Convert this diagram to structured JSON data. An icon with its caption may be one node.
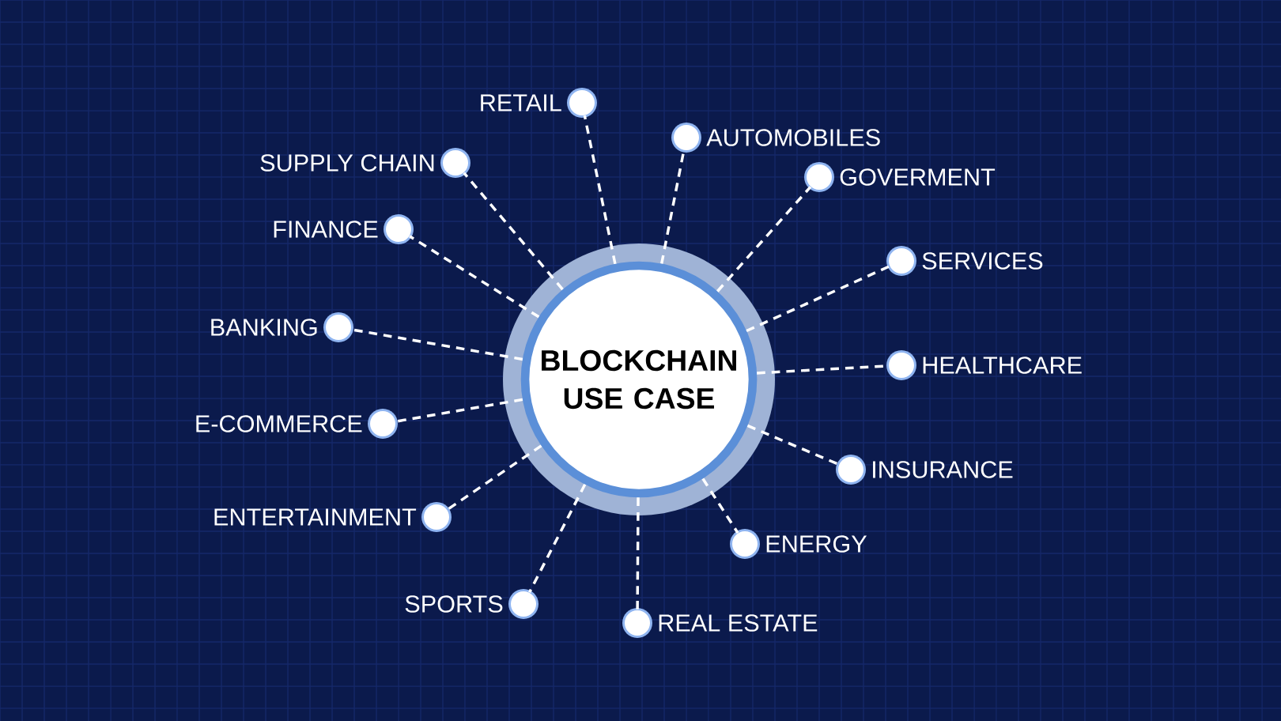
{
  "diagram": {
    "nodes": [
      {
        "text": [
          "BLOCKCHAIN USE CASE"
        ]
      },
      {
        "text": [
          "RETAIL"
        ]
      },
      {
        "text": [
          "AUTOMOBILES"
        ]
      },
      {
        "text": [
          "GOVERMENT"
        ]
      },
      {
        "text": [
          "SERVICES"
        ]
      },
      {
        "text": [
          "HEALTHCARE"
        ]
      },
      {
        "text": [
          "INSURANCE"
        ]
      },
      {
        "text": [
          "ENERGY"
        ]
      },
      {
        "text": [
          "REAL ESTATE"
        ]
      },
      {
        "text": [
          "SPORTS"
        ]
      },
      {
        "text": [
          "ENTERTAINMENT"
        ]
      },
      {
        "text": [
          "E-COMMERCE"
        ]
      },
      {
        "text": [
          "BANKING"
        ]
      },
      {
        "text": [
          "FINANCE"
        ]
      },
      {
        "text": [
          "SUPPLY CHAIN"
        ]
      }
    ],
    "edges": [
      {
        "from": 0,
        "to": 1,
        "arrow": "none",
        "style": "dashed"
      },
      {
        "from": 0,
        "to": 2,
        "arrow": "none",
        "style": "dashed"
      },
      {
        "from": 0,
        "to": 3,
        "arrow": "none",
        "style": "dashed"
      },
      {
        "from": 0,
        "to": 4,
        "arrow": "none",
        "style": "dashed"
      },
      {
        "from": 0,
        "to": 5,
        "arrow": "none",
        "style": "dashed"
      },
      {
        "from": 0,
        "to": 6,
        "arrow": "none",
        "style": "dashed"
      },
      {
        "from": 0,
        "to": 7,
        "arrow": "none",
        "style": "dashed"
      },
      {
        "from": 0,
        "to": 8,
        "arrow": "none",
        "style": "dashed"
      },
      {
        "from": 0,
        "to": 9,
        "arrow": "none",
        "style": "dashed"
      },
      {
        "from": 0,
        "to": 10,
        "arrow": "none",
        "style": "dashed"
      },
      {
        "from": 0,
        "to": 11,
        "arrow": "none",
        "style": "dashed"
      },
      {
        "from": 0,
        "to": 12,
        "arrow": "none",
        "style": "dashed"
      },
      {
        "from": 0,
        "to": 13,
        "arrow": "none",
        "style": "dashed"
      },
      {
        "from": 0,
        "to": 14,
        "arrow": "none",
        "style": "dashed"
      }
    ]
  }
}
